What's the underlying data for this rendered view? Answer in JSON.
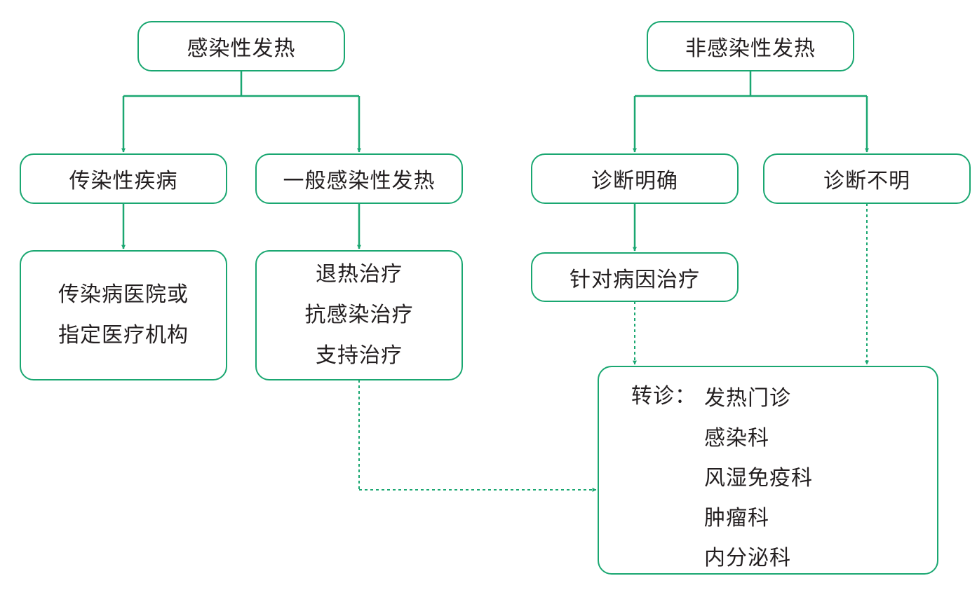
{
  "nodes": {
    "infectious_fever": "感染性发热",
    "noninfectious_fever": "非感染性发热",
    "communicable_disease": "传染性疾病",
    "general_infectious_fever": "一般感染性发热",
    "diagnosis_clear": "诊断明确",
    "diagnosis_unclear": "诊断不明",
    "hospital_lines": [
      "传染病医院或",
      "指定医疗机构"
    ],
    "treatment_lines": [
      "退热治疗",
      "抗感染治疗",
      "支持治疗"
    ],
    "cause_treatment": "针对病因治疗"
  },
  "referral": {
    "label": "转诊：",
    "departments": [
      "发热门诊",
      "感染科",
      "风湿免疫科",
      "肿瘤科",
      "内分泌科"
    ]
  },
  "colors": {
    "line": "#1aa771",
    "text": "#231f20"
  }
}
